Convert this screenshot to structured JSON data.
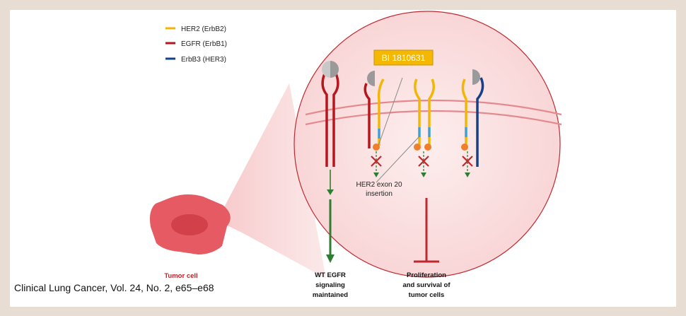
{
  "legend": [
    {
      "label": "HER2 (ErbB2)",
      "color": "#f2b705"
    },
    {
      "label": "EGFR (ErbB1)",
      "color": "#b5171e"
    },
    {
      "label": "ErbB3 (HER3)",
      "color": "#17408b"
    }
  ],
  "drug_label": "BI 1810631",
  "insertion_label_line1": "HER2 exon 20",
  "insertion_label_line2": "insertion",
  "tumor_label": "Tumor cell",
  "wt_label_line1": "WT EGFR",
  "wt_label_line2": "signaling",
  "wt_label_line3": "maintained",
  "prolif_label_line1": "Proliferation",
  "prolif_label_line2": "and survival of",
  "prolif_label_line3": "tumor cells",
  "source_citation": "Clinical Lung Cancer, Vol. 24, No. 2, e65–e68",
  "colors": {
    "her2": "#f2b705",
    "egfr": "#b5171e",
    "erbb3": "#17408b",
    "kinase_insert": "#3fa0d8",
    "phospho_dot": "#f07f2c",
    "drug_box": "#f5b800",
    "inhibition_red": "#c0282e",
    "signal_green": "#2f7d32",
    "ligand_gray": "#9a9a9a"
  }
}
